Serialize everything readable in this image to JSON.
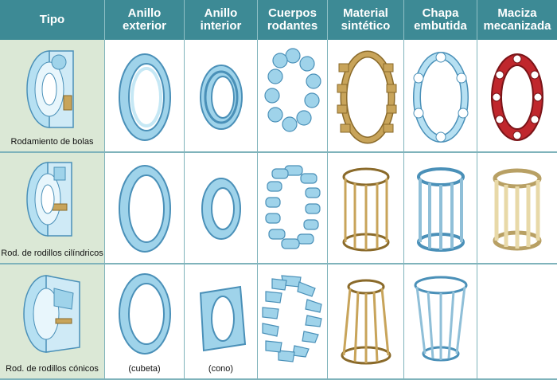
{
  "headers": [
    {
      "line1": "Tipo",
      "line2": ""
    },
    {
      "line1": "Anillo",
      "line2": "exterior"
    },
    {
      "line1": "Anillo",
      "line2": "interior"
    },
    {
      "line1": "Cuerpos",
      "line2": "rodantes"
    },
    {
      "line1": "Material",
      "line2": "sintético"
    },
    {
      "line1": "Chapa",
      "line2": "embutida"
    },
    {
      "line1": "Maciza",
      "line2": "mecanizada"
    }
  ],
  "rows": [
    {
      "type_label": "Rodamiento de bolas",
      "outer_note": "",
      "inner_note": ""
    },
    {
      "type_label": "Rod. de rodillos cilíndricos",
      "outer_note": "",
      "inner_note": ""
    },
    {
      "type_label": "Rod. de rodillos cónicos",
      "outer_note": "(cubeta)",
      "inner_note": "(cono)"
    }
  ],
  "colors": {
    "header_bg": "#3d8a95",
    "first_col_bg": "#dbe8d6",
    "steel": "#9fd3ea",
    "synthetic_cage": "#c8a45a",
    "machined_cage_red": "#c0272d",
    "machined_cage_brass": "#e8d9a8"
  }
}
